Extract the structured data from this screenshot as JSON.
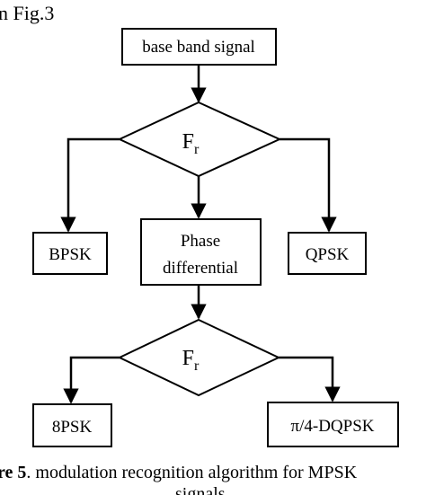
{
  "header_fragment": "n Fig.3",
  "nodes": {
    "start": "base band signal",
    "decision1": {
      "main": "F",
      "sub": "r"
    },
    "left1": "BPSK",
    "phase_line1": "Phase",
    "phase_line2": "differential",
    "right1": "QPSK",
    "decision2": {
      "main": "F",
      "sub": "r"
    },
    "left2": "8PSK",
    "right2": "π/4-DQPSK"
  },
  "caption": {
    "bold_prefix": "re 5",
    "rest": ". modulation recognition algorithm for MPSK",
    "line2": "signals"
  },
  "colors": {
    "stroke": "#000000",
    "background": "#ffffff"
  }
}
